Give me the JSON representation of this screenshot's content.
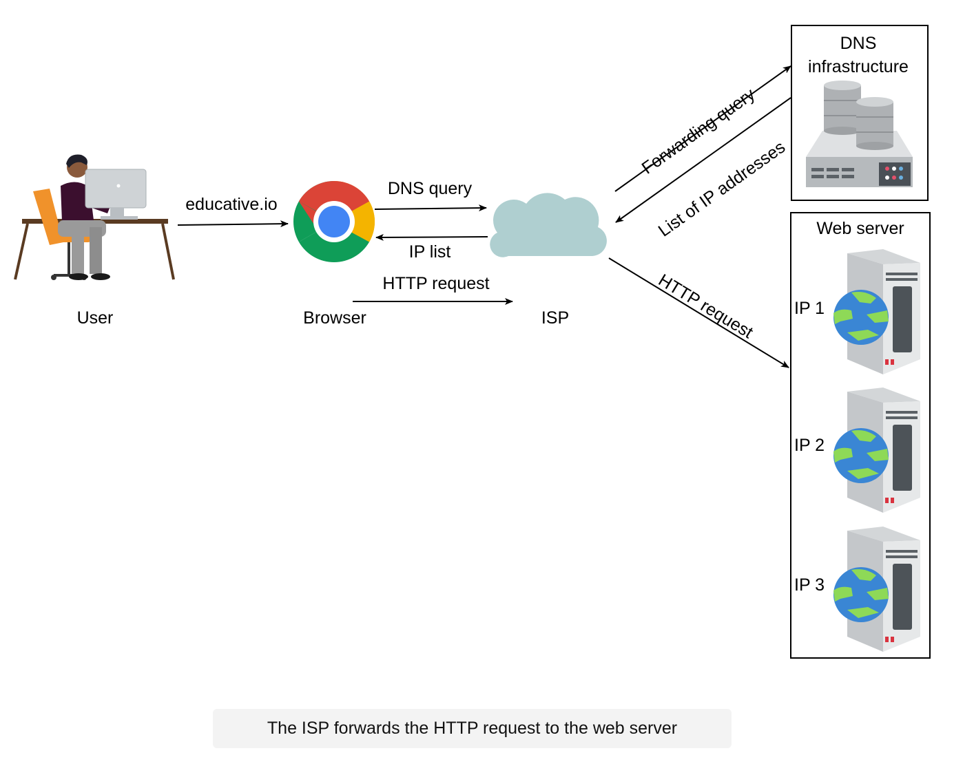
{
  "nodes": {
    "user": "User",
    "browser": "Browser",
    "isp": "ISP",
    "dns": [
      "DNS",
      "infrastructure"
    ],
    "web_server": "Web server",
    "ips": [
      "IP 1",
      "IP 2",
      "IP 3"
    ]
  },
  "edges": {
    "user_to_browser": "educative.io",
    "dns_query": "DNS query",
    "ip_list": "IP list",
    "http_browser_isp": "HTTP request",
    "forwarding_query": "Forwarding query",
    "list_of_ips": "List of IP addresses",
    "http_isp_server": "HTTP request"
  },
  "caption": "The ISP forwards the HTTP request to the web server",
  "colors": {
    "chrome_red": "#db4437",
    "chrome_green": "#0f9d58",
    "chrome_yellow": "#f4b400",
    "chrome_blue": "#4285f4",
    "cloud": "#afcfd0",
    "globe_ocean": "#3a86d4",
    "globe_land": "#8ed957"
  }
}
